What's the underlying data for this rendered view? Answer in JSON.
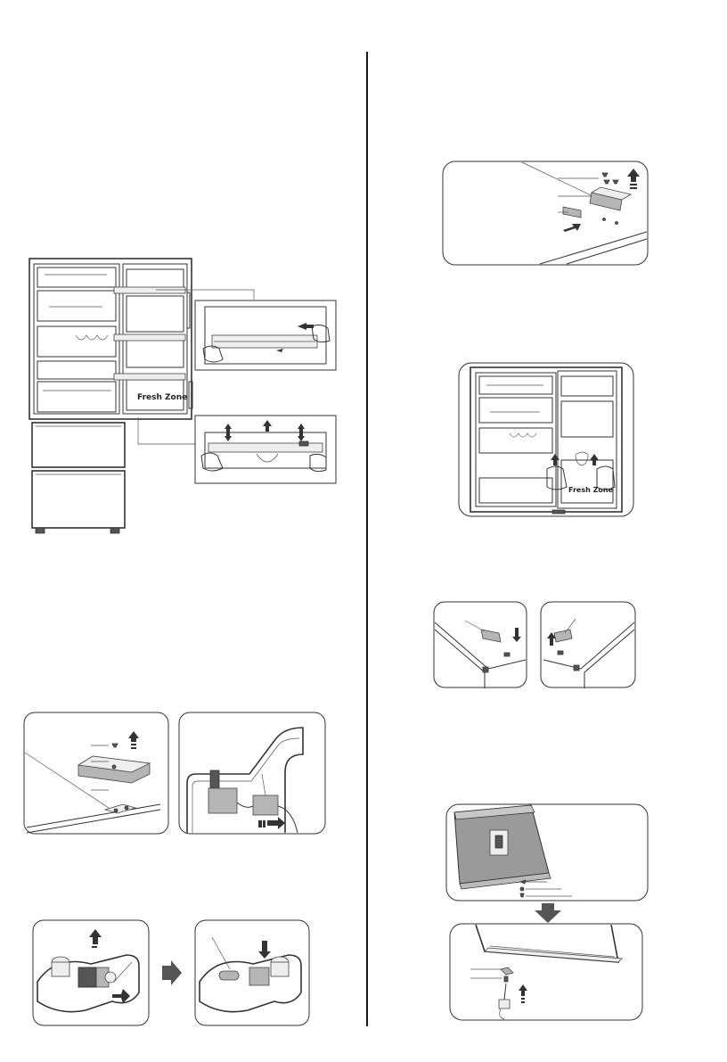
{
  "fridge_labels": {
    "left_fig": "Fresh Zone",
    "right_fig": "Fresh Zone"
  },
  "figures": [
    {
      "id": "fig-1",
      "icon": "fridge-open-shelves-diagram"
    },
    {
      "id": "fig-2",
      "icon": "shelf-removal-detail"
    },
    {
      "id": "fig-3",
      "icon": "crisper-drawer-lift-detail"
    },
    {
      "id": "fig-4",
      "icon": "top-hinge-cover-removal"
    },
    {
      "id": "fig-5",
      "icon": "wire-connector-detach"
    },
    {
      "id": "fig-6",
      "icon": "hinge-pin-sleeve-swap"
    },
    {
      "id": "fig-7",
      "icon": "top-hinge-screws-removal"
    },
    {
      "id": "fig-8",
      "icon": "fridge-door-lift-off"
    },
    {
      "id": "fig-9",
      "icon": "hinge-plug-swap"
    },
    {
      "id": "fig-10",
      "icon": "door-bottom-hinge-removal"
    }
  ],
  "colors": {
    "line": "#333333",
    "fill_grey": "#b5b5b5",
    "door_steel": "#9a9a9a"
  }
}
